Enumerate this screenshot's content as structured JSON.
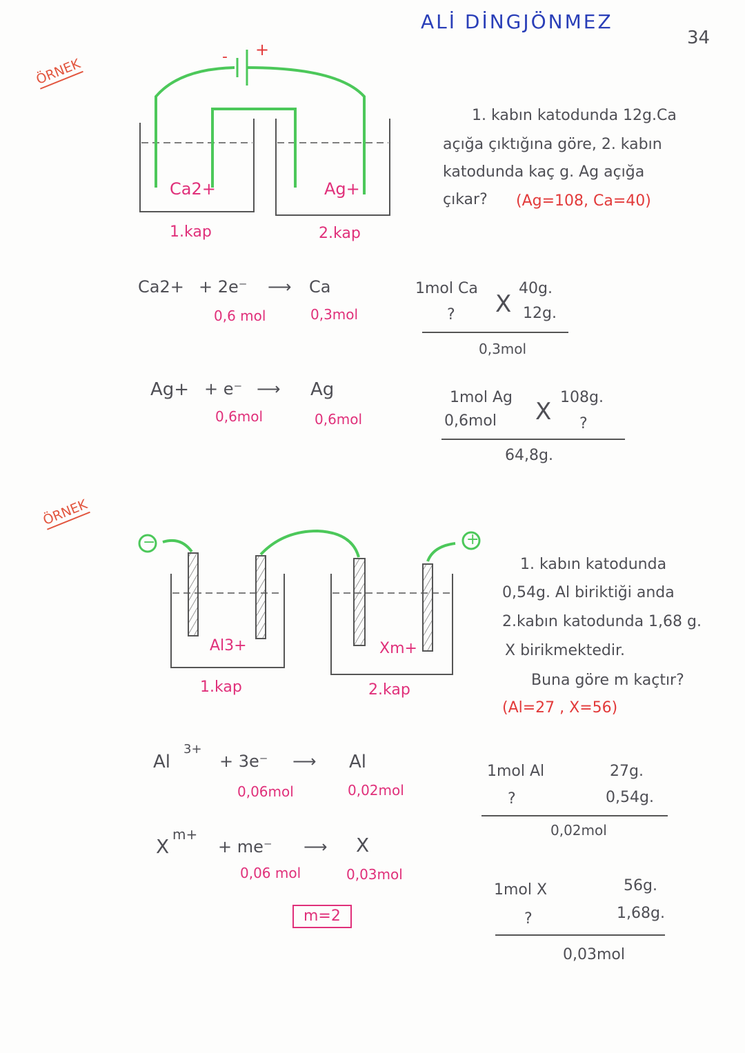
{
  "header": {
    "author": "ALİ DİNGJÖNMEZ",
    "page_number": "34"
  },
  "example1": {
    "label": "ÖRNEK",
    "diagram": {
      "battery_minus": "-",
      "battery_plus": "+",
      "cell1_ion": "Ca2+",
      "cell2_ion": "Ag+",
      "cell1_label": "1.kap",
      "cell2_label": "2.kap"
    },
    "question": {
      "line1": "1. kabın katodunda 12g.Ca",
      "line2": "açığa çıktığına göre, 2. kabın",
      "line3": "katodunda kaç g. Ag açığa",
      "line4": "çıkar?",
      "given": "(Ag=108, Ca=40)"
    },
    "reaction1": {
      "ion": "Ca2+",
      "electrons": "+ 2e⁻",
      "arrow": "⟶",
      "product": "Ca",
      "mol_electrons": "0,6 mol",
      "mol_product": "0,3mol"
    },
    "calc1": {
      "row1_left": "1mol Ca",
      "row1_right": "40g.",
      "row2_left": "?",
      "row2_right": "12g.",
      "cross": "X",
      "result": "0,3mol"
    },
    "reaction2": {
      "ion": "Ag+",
      "electrons": "+ e⁻",
      "arrow": "⟶",
      "product": "Ag",
      "mol_electrons": "0,6mol",
      "mol_product": "0,6mol"
    },
    "calc2": {
      "row1_left": "1mol Ag",
      "row1_right": "108g.",
      "row2_left": "0,6mol",
      "row2_right": "?",
      "cross": "X",
      "result": "64,8g."
    }
  },
  "example2": {
    "label": "ÖRNEK",
    "diagram": {
      "minus_terminal": "−",
      "plus_terminal": "+",
      "cell1_ion": "Al3+",
      "cell2_ion": "Xm+",
      "cell1_label": "1.kap",
      "cell2_label": "2.kap"
    },
    "question": {
      "line1": "1. kabın katodunda",
      "line2": "0,54g. Al biriktiği anda",
      "line3": "2.kabın katodunda 1,68 g.",
      "line4": "X birikmektedir.",
      "line5": "Buna göre m kaçtır?",
      "given": "(Al=27 , X=56)"
    },
    "reaction1": {
      "ion": "Al",
      "charge": "3+",
      "electrons": "+ 3e⁻",
      "arrow": "⟶",
      "product": "Al",
      "mol_electrons": "0,06mol",
      "mol_product": "0,02mol"
    },
    "calc1": {
      "row1_left": "1mol Al",
      "row1_right": "27g.",
      "row2_left": "?",
      "row2_right": "0,54g.",
      "result": "0,02mol"
    },
    "reaction2": {
      "ion": "X",
      "charge": "m+",
      "electrons": "+ me⁻",
      "arrow": "⟶",
      "product": "X",
      "mol_electrons": "0,06 mol",
      "mol_product": "0,03mol"
    },
    "answer": "m=2",
    "calc2": {
      "row1_left": "1mol X",
      "row1_right": "56g.",
      "row2_left": "?",
      "row2_right": "1,68g.",
      "result": "0,03mol"
    }
  },
  "colors": {
    "ink": "#4f4f55",
    "pink": "#e0307a",
    "red": "#e23a3a",
    "blue": "#2a3fb8",
    "green": "#4cc85a"
  }
}
